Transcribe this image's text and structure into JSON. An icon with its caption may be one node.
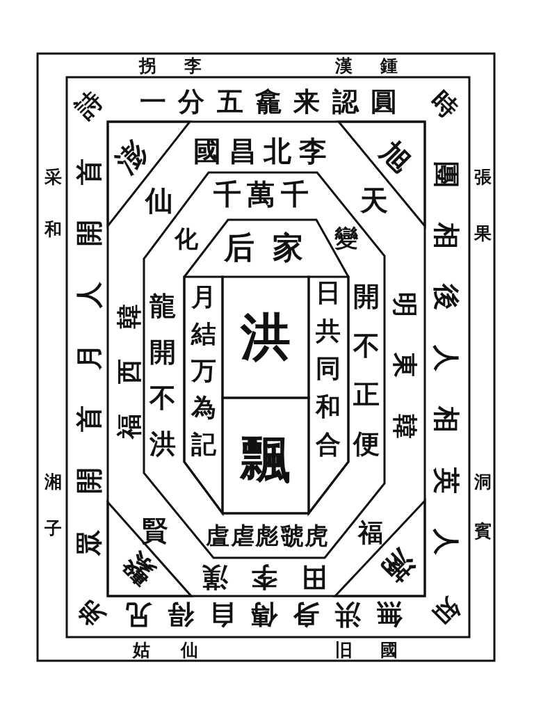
{
  "diagram": {
    "nodes": [
      {
        "text": [
          "拐李",
          "漢鍾",
          "采和",
          "張果",
          "湘子",
          "洞賓",
          "姑仙",
          "旧國"
        ]
      },
      {
        "text": [
          "詩",
          "一分五龕来認圓",
          "時",
          "眾開首月人開首",
          "團相後人相英人",
          "弟",
          "無洪身傳自得兄",
          "知"
        ],
        "in": 0
      },
      {
        "text": [
          "國昌北李",
          "仙",
          "天",
          "福西韓",
          "明東韓",
          "賢",
          "福",
          "田李漢"
        ],
        "in": 1
      },
      {
        "text": [
          "澎"
        ],
        "in": 2
      },
      {
        "text": [
          "旭"
        ],
        "in": 2
      },
      {
        "text": [
          "千萬千",
          "化",
          "變",
          "龍開不洪",
          "開不正便",
          "虘虐彪虢虎"
        ],
        "in": 2
      },
      {
        "text": [
          "后家"
        ],
        "in": 5
      },
      {
        "text": [
          "月結万為記"
        ],
        "in": 6
      },
      {
        "text": [
          "洪"
        ],
        "in": 6
      },
      {
        "text": [
          "飄"
        ],
        "in": 6
      },
      {
        "text": [
          "日共同和合"
        ],
        "in": 6
      },
      {
        "text": [
          "繫"
        ],
        "in": 2
      },
      {
        "text": [
          "滿"
        ],
        "in": 2
      }
    ]
  }
}
